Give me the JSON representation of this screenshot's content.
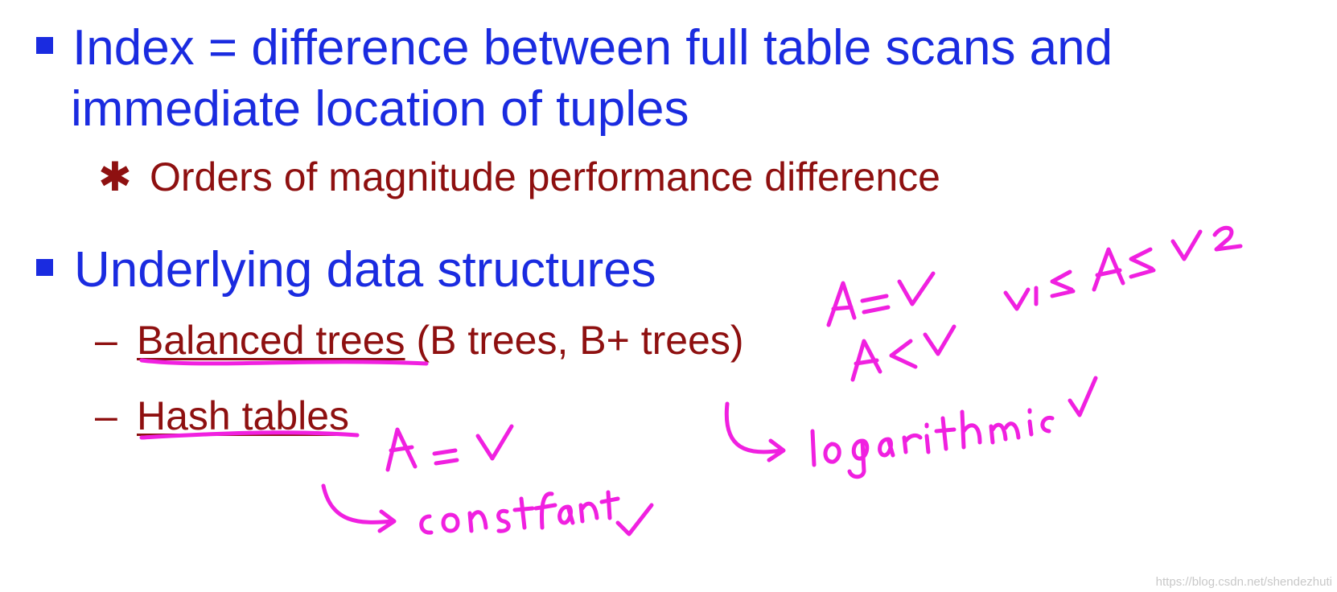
{
  "slide": {
    "bullet1": {
      "line1": "Index = difference between full table scans and",
      "line2": "immediate location of tuples",
      "sub_symbol": "✱",
      "sub": "Orders of magnitude performance difference"
    },
    "bullet2": {
      "text": "Underlying data structures",
      "items": [
        {
          "dash": "–",
          "underlined": "Balanced trees",
          "rest": " (B trees, B+ trees)"
        },
        {
          "dash": "–",
          "underlined": "Hash tables",
          "rest": ""
        }
      ]
    }
  },
  "annotations": {
    "ink_color": "#f020e0",
    "notes": [
      "A = v",
      "A < v",
      "v₁ ≤ A ≤ v₂",
      "logarithmic ✓",
      "A = v",
      "constant ✓"
    ]
  },
  "watermark": "https://blog.csdn.net/shendezhuti"
}
